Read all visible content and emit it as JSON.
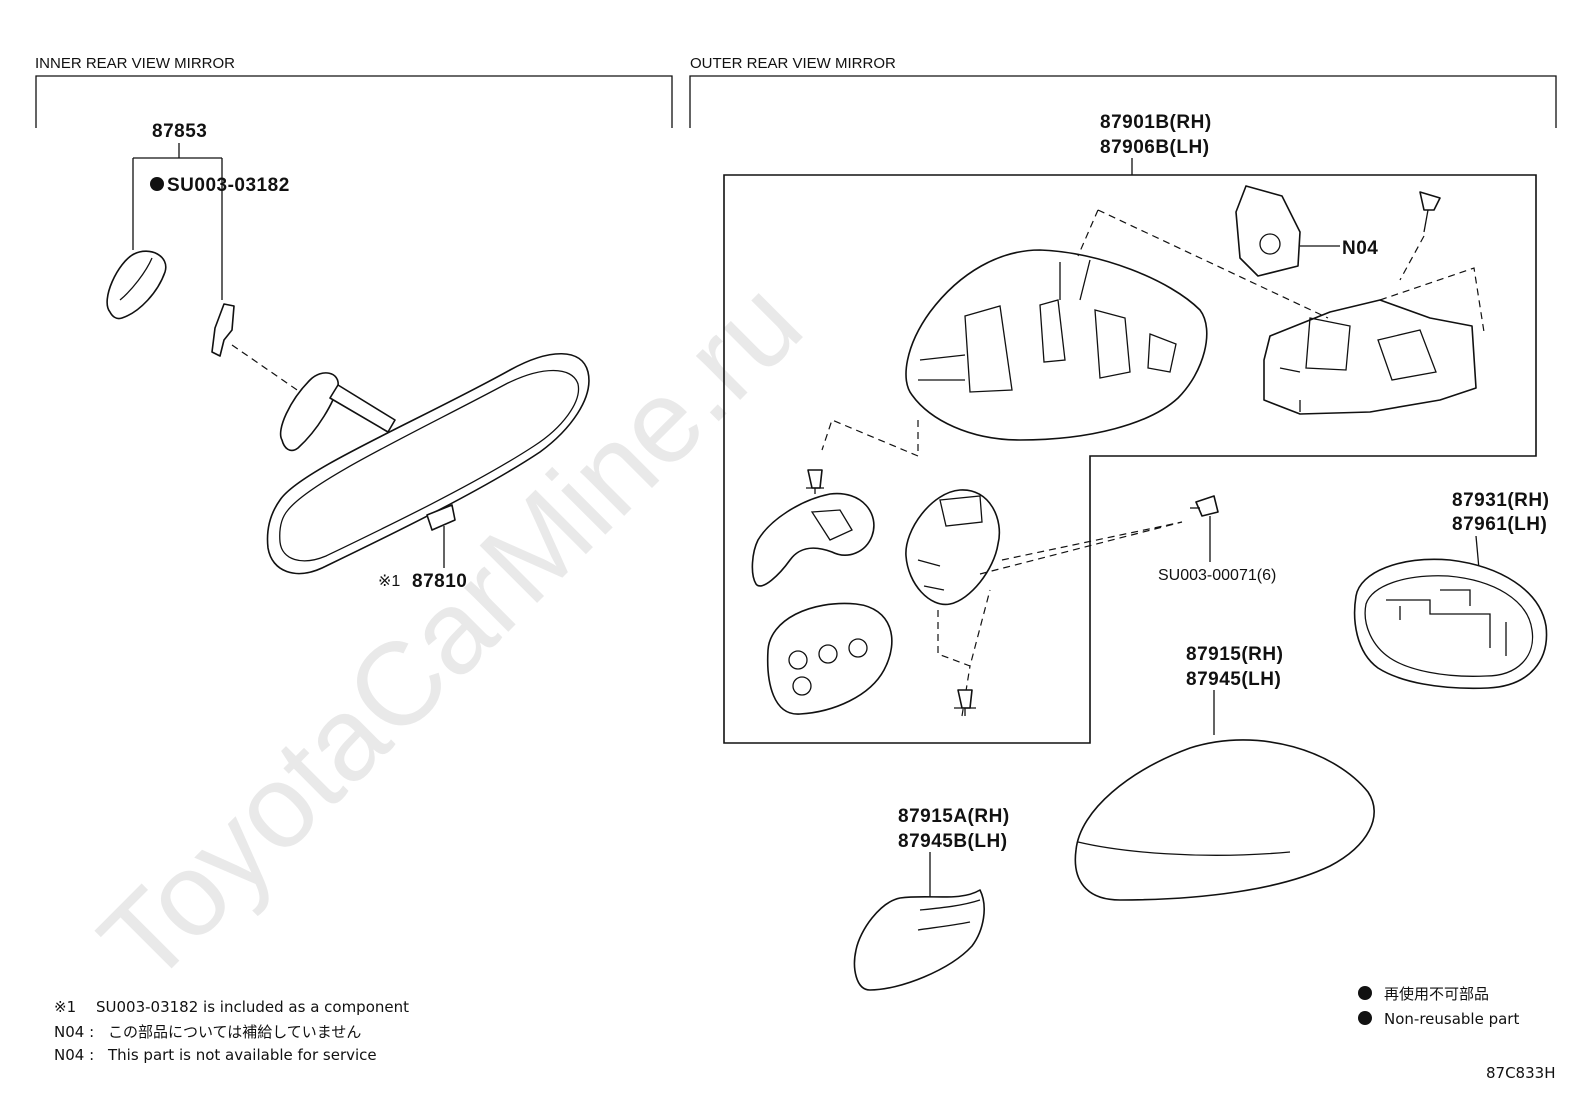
{
  "watermark": "ToyotaCarMine.ru",
  "sections": {
    "inner": {
      "title": "INNER REAR VIEW MIRROR"
    },
    "outer": {
      "title": "OUTER REAR VIEW MIRROR"
    }
  },
  "parts": {
    "p87853": "87853",
    "su_03182": "SU003-03182",
    "p87810_mark": "※1",
    "p87810": "87810",
    "p87901b": "87901B(RH)",
    "p87906b": "87906B(LH)",
    "n04": "N04",
    "su_00071": "SU003-00071(6)",
    "p87931": "87931(RH)",
    "p87961": "87961(LH)",
    "p87915": "87915(RH)",
    "p87945": "87945(LH)",
    "p87915a": "87915A(RH)",
    "p87945b": "87945B(LH)"
  },
  "notes": {
    "note1_mark": "※1",
    "note1_text": "SU003-03182 is included as a component",
    "n04_jp_label": "N04 :",
    "n04_jp_text": "この部品については補給していません",
    "n04_en_label": "N04 :",
    "n04_en_text": "This part is not available for service"
  },
  "legend": {
    "jp": "再使用不可部品",
    "en": "Non-reusable part"
  },
  "code": "87C833H"
}
